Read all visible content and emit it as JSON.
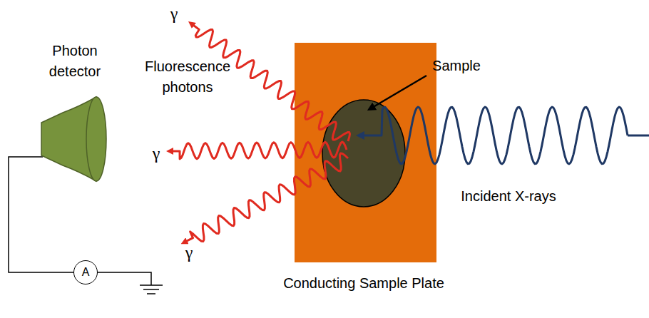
{
  "diagram": {
    "nodes": [
      {
        "text": [
          "A"
        ]
      }
    ],
    "labels": [
      "Photon detector",
      "Fluorescence photons",
      "γ",
      "γ",
      "γ",
      "Sample",
      "Incident X-rays",
      "Conducting Sample Plate"
    ]
  }
}
